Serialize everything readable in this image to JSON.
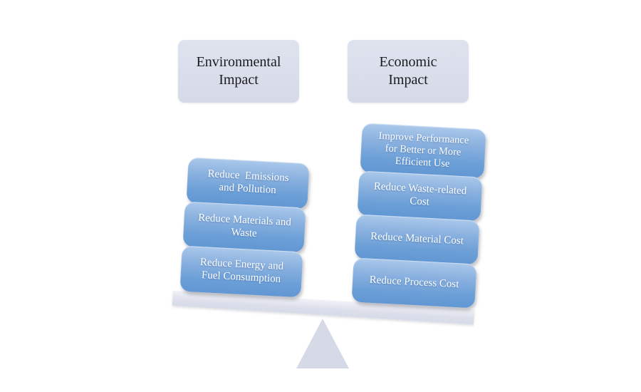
{
  "diagram": {
    "type": "balance-seesaw",
    "headers": {
      "environmental": "Environmental\nImpact",
      "economic": "Economic\nImpact"
    },
    "environmental_items": [
      "Reduce  Emissions\nand Pollution",
      "Reduce Materials and\nWaste",
      "Reduce Energy and\nFuel Consumption"
    ],
    "economic_items": [
      "Improve Performance\nfor Better or More\nEfficient Use",
      "Reduce Waste-related\nCost",
      "Reduce Material Cost",
      "Reduce Process Cost"
    ],
    "colors": {
      "background": "#ffffff",
      "item_box_top": "#aac8ea",
      "item_box_bottom": "#6197d3",
      "item_text": "#ffffff",
      "header_fill": "#d9dde9",
      "header_text": "#1b1b1f",
      "beam_fill": "#dfe2ed",
      "fulcrum_fill": "#d6dae6"
    }
  }
}
